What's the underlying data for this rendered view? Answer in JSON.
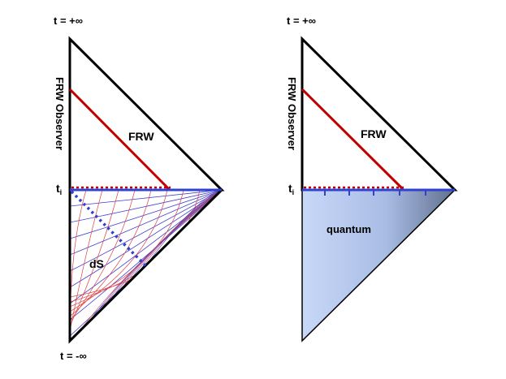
{
  "left_panel": {
    "top_label": "t = +∞",
    "bottom_label": "t = -∞",
    "side_label": "FRW Observer",
    "ti_label": "t",
    "ti_sub": "i",
    "region_upper": "FRW",
    "region_lower": "dS"
  },
  "right_panel": {
    "top_label": "t = +∞",
    "side_label": "FRW Observer",
    "ti_label": "t",
    "ti_sub": "i",
    "region_upper": "FRW",
    "region_lower": "quantum"
  },
  "colors": {
    "outline": "#000000",
    "observer_line": "#c00000",
    "horizon_line": "#3040d0",
    "ds_grid_red": "#e04040",
    "ds_grid_blue": "#4040d0",
    "quantum_fill_light": "#c8d8f8",
    "quantum_fill_dark": "#607090"
  }
}
